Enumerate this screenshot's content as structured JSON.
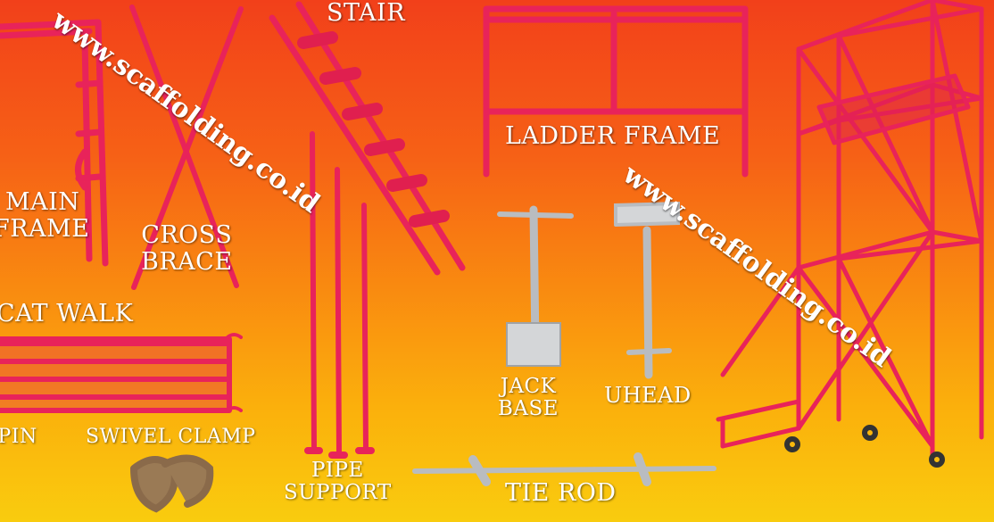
{
  "labels": {
    "main_frame_1": "MAIN",
    "main_frame_2": "FRAME",
    "cross_brace_1": "CROSS",
    "cross_brace_2": "BRACE",
    "stair": "STAIR",
    "ladder_frame": "LADDER FRAME",
    "cat_walk": "CAT WALK",
    "joint_pin": "JOINT PIN",
    "swivel_clamp": "SWIVEL CLAMP",
    "pipe_support_1": "PIPE",
    "pipe_support_2": "SUPPORT",
    "jack_base_1": "JACK",
    "jack_base_2": "BASE",
    "uhead": "UHEAD",
    "tie_rod": "TIE ROD"
  },
  "watermark": "www.scaffolding.co.id",
  "colors": {
    "pipe": "#e8235a",
    "steel": "#b9bcc0",
    "text": "#ffffff"
  }
}
